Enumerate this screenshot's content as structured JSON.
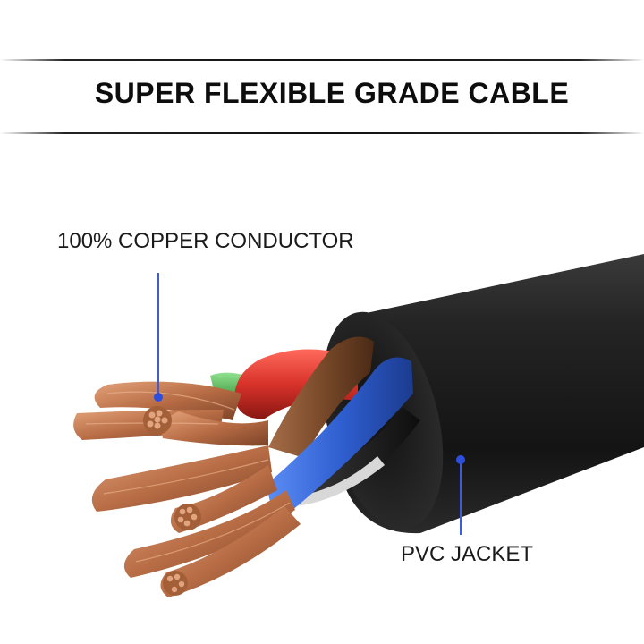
{
  "headline": "SUPER FLEXIBLE GRADE CABLE",
  "callouts": {
    "copper": "100% COPPER CONDUCTOR",
    "jacket": "PVC JACKET"
  },
  "colors": {
    "jacket": "#1c1c1c",
    "copper": "#b86d45",
    "wire_red": "#d8322b",
    "wire_brown": "#7a4a2a",
    "wire_blue": "#2f5fd0",
    "wire_green": "#3aa63a",
    "wire_black": "#161616",
    "leader_line": "#3c5be0"
  }
}
